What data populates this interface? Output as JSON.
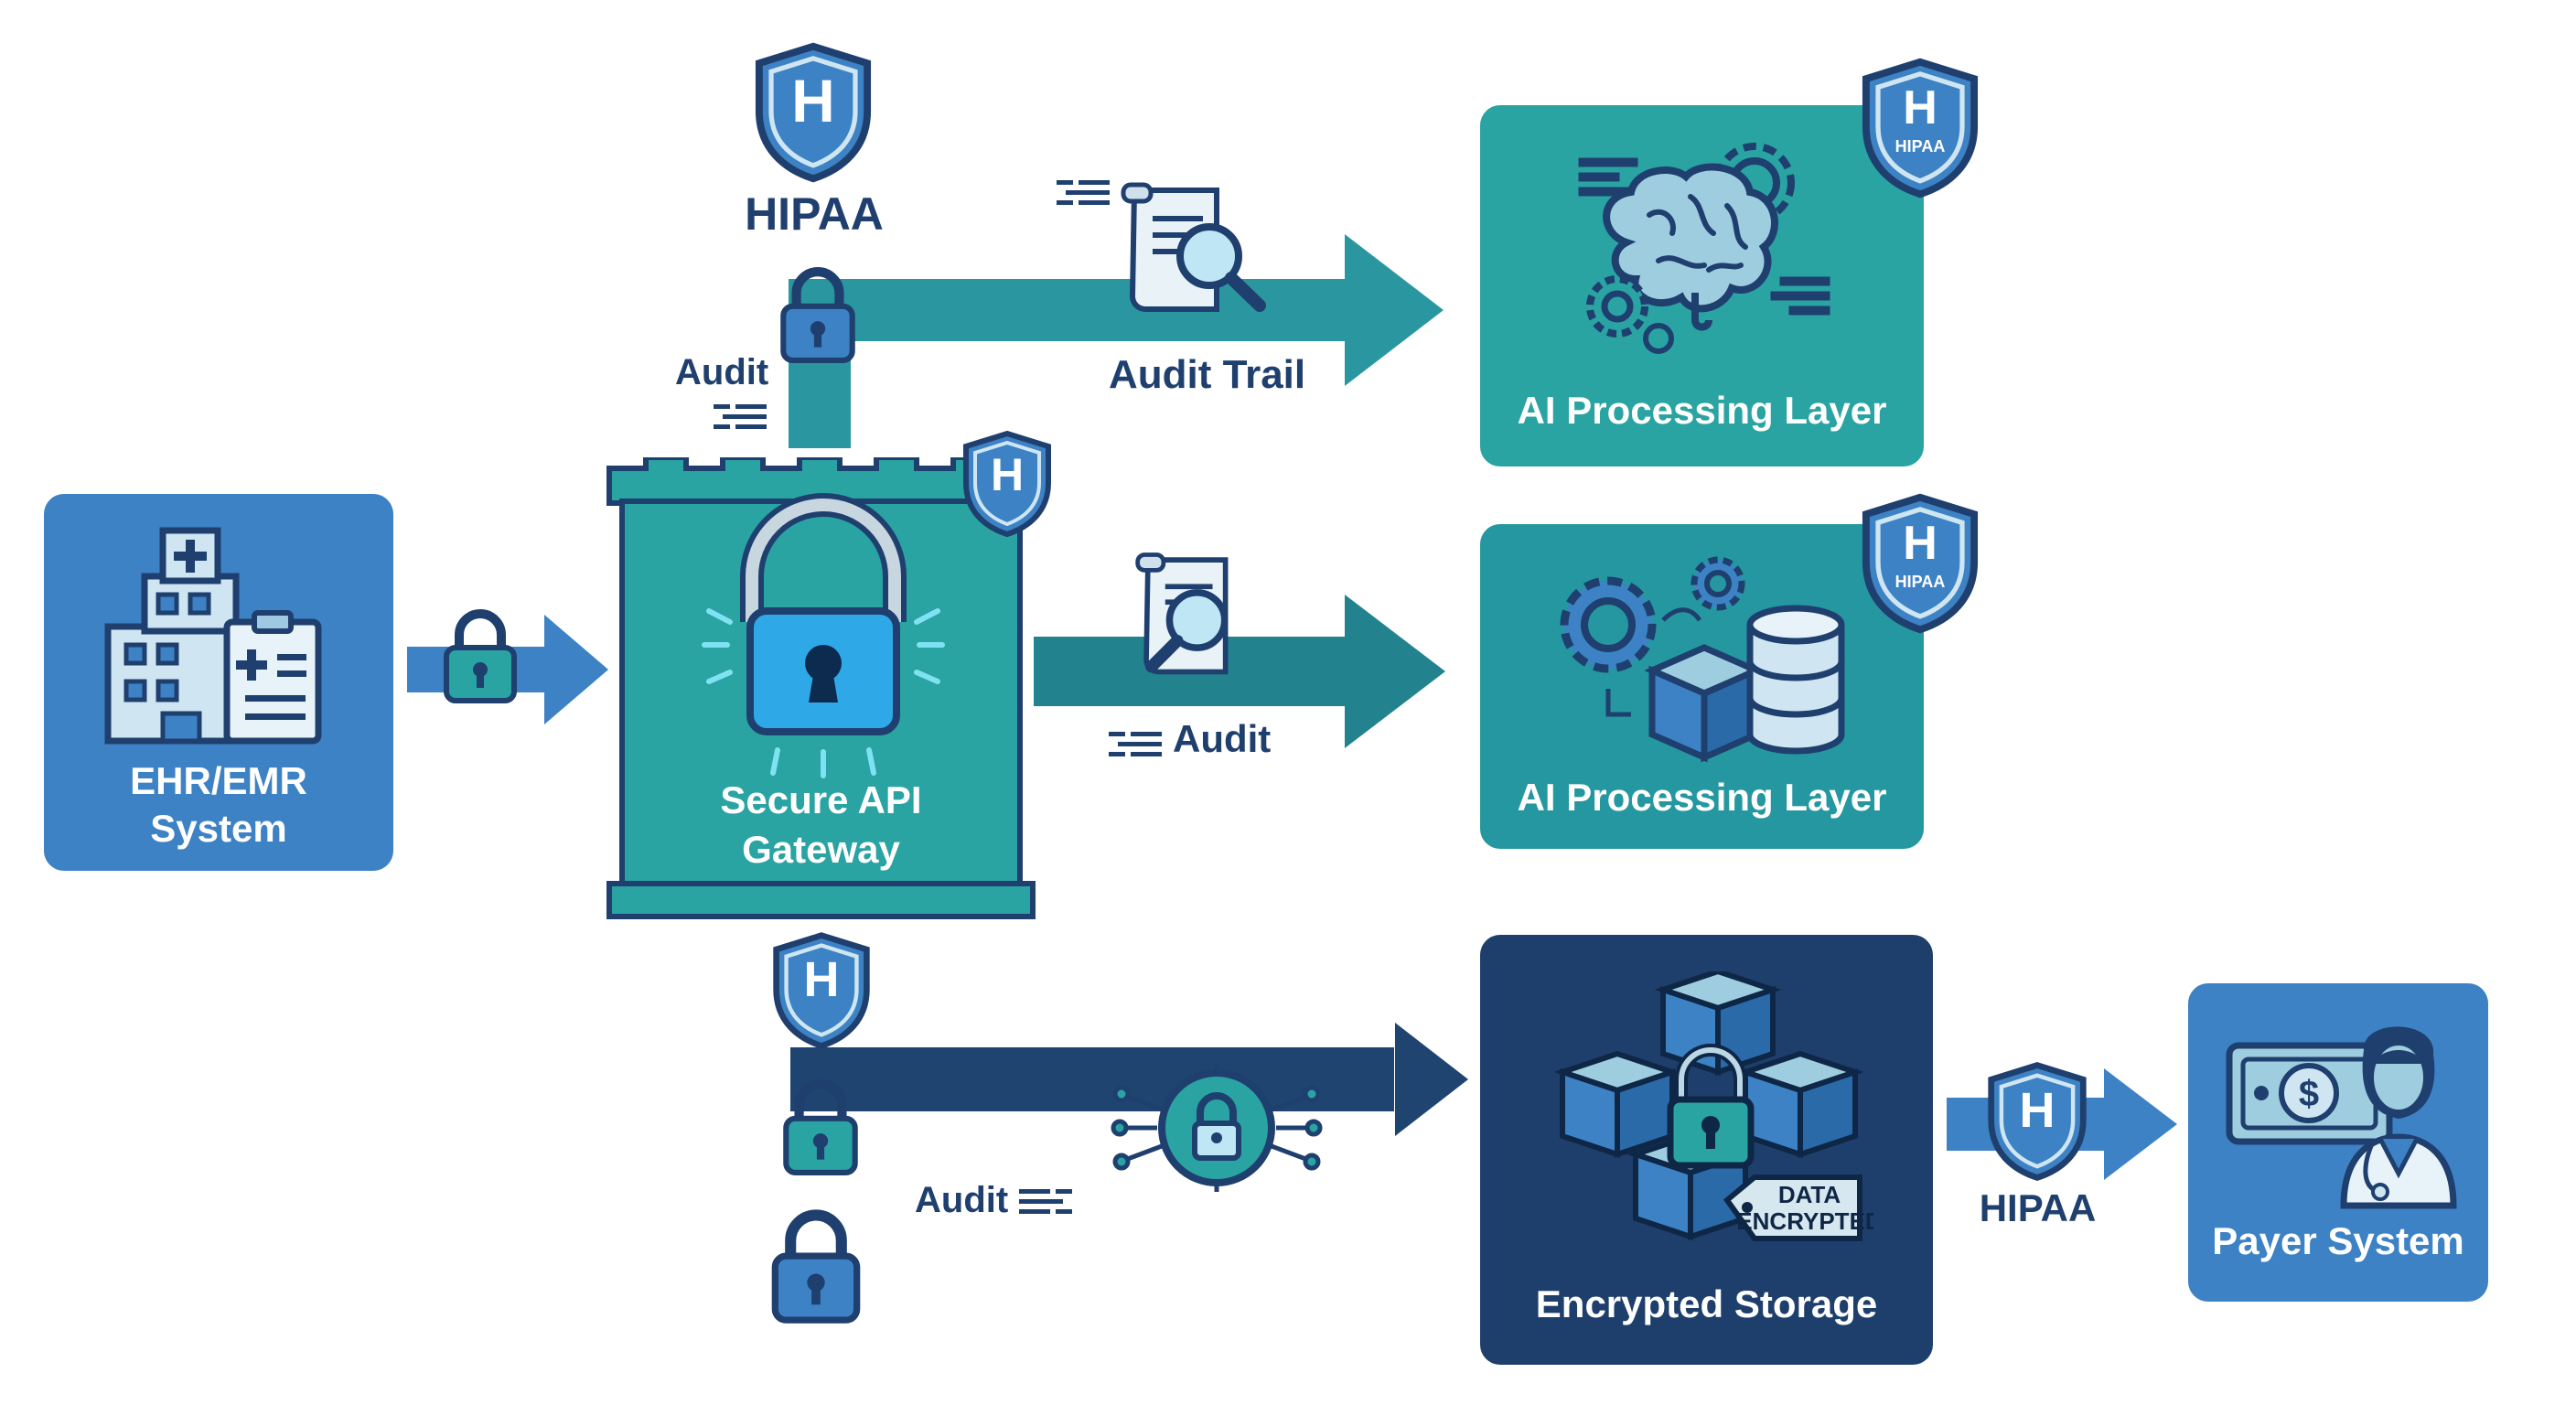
{
  "nodes": {
    "ehr": {
      "title_line1": "EHR/EMR",
      "title_line2": "System"
    },
    "gateway": {
      "title_line1": "Secure API",
      "title_line2": "Gateway"
    },
    "ai_top": {
      "title": "AI Processing Layer",
      "badge": "HIPAA"
    },
    "ai_mid": {
      "title": "AI Processing Layer",
      "badge": "HIPAA"
    },
    "storage": {
      "title": "Encrypted Storage",
      "tag_line1": "DATA",
      "tag_line2": "ENCRYPTED"
    },
    "payer": {
      "title": "Payer System"
    }
  },
  "labels": {
    "hipaa_top": "HIPAA",
    "audit_top": "Audit",
    "audit_trail": "Audit Trail",
    "audit_mid": "Audit",
    "audit_bottom": "Audit",
    "hipaa_payer": "HIPAA"
  },
  "shield_letter": "H",
  "colors": {
    "teal": "#2aa3a3",
    "teal_dark": "#1f8e90",
    "blue": "#3c82c4",
    "navy": "#1e3f6c",
    "navy_arrow": "#1f4470",
    "teal_arrow": "#2a97a0",
    "text_dark": "#1f3f6e"
  },
  "icons": {
    "ehr": "hospital-building-clipboard-icon",
    "gateway": "padlock-icon",
    "ai_top": "brain-gears-icon",
    "ai_mid": "gears-cube-database-icon",
    "storage": "cubes-padlock-icon",
    "payer": "cash-doctor-icon",
    "audit": "document-magnifier-icon",
    "shield": "hipaa-shield-icon"
  }
}
